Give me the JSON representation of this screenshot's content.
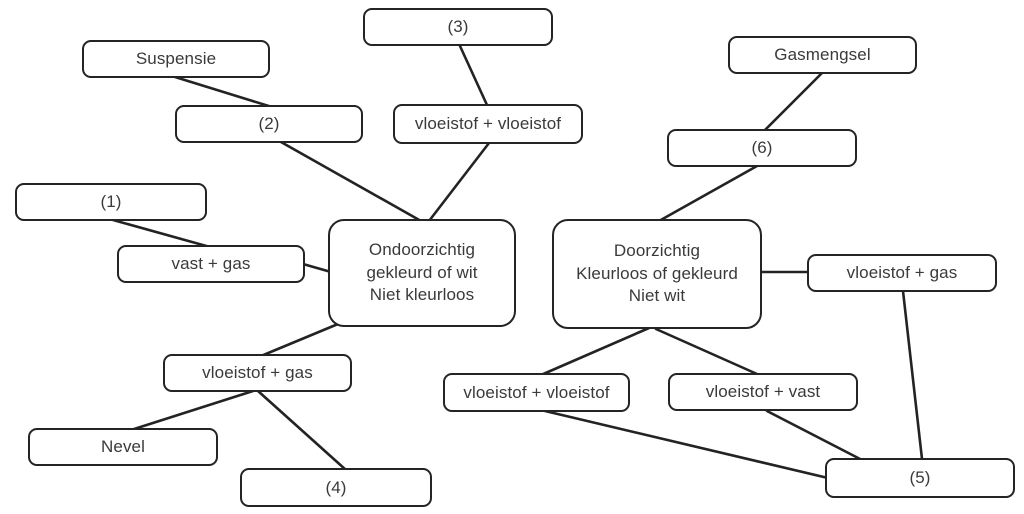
{
  "diagram": {
    "title": "mengsels concept map",
    "colors": {
      "background": "#ffffff",
      "stroke": "#232323",
      "text": "#3a3a3a",
      "node_fill": "#ffffff"
    },
    "nodes": {
      "box3": {
        "label": "(3)"
      },
      "suspensie": {
        "label": "Suspensie"
      },
      "gasmengsel": {
        "label": "Gasmengsel"
      },
      "box2": {
        "label": "(2)"
      },
      "vloeistof_vloeistof_top": {
        "label": "vloeistof + vloeistof"
      },
      "box6": {
        "label": "(6)"
      },
      "box1": {
        "label": "(1)"
      },
      "vast_gas": {
        "label": "vast + gas"
      },
      "ondoorzichtig": {
        "line1": "Ondoorzichtig",
        "line2": "gekleurd of wit",
        "line3": "Niet kleurloos"
      },
      "doorzichtig": {
        "line1": "Doorzichtig",
        "line2": "Kleurloos of gekleurd",
        "line3": "Niet wit"
      },
      "vloeistof_gas_right": {
        "label": "vloeistof + gas"
      },
      "vloeistof_gas_bottom": {
        "label": "vloeistof + gas"
      },
      "vloeistof_vloeistof_bottom": {
        "label": "vloeistof + vloeistof"
      },
      "vloeistof_vast": {
        "label": "vloeistof + vast"
      },
      "nevel": {
        "label": "Nevel"
      },
      "box4": {
        "label": "(4)"
      },
      "box5": {
        "label": "(5)"
      }
    },
    "edges": [
      {
        "from": "suspensie",
        "to": "box2"
      },
      {
        "from": "box3",
        "to": "vloeistof_vloeistof_top"
      },
      {
        "from": "box2",
        "to": "ondoorzichtig"
      },
      {
        "from": "vloeistof_vloeistof_top",
        "to": "ondoorzichtig"
      },
      {
        "from": "box1",
        "to": "vast_gas"
      },
      {
        "from": "vast_gas",
        "to": "ondoorzichtig"
      },
      {
        "from": "ondoorzichtig",
        "to": "vloeistof_gas_bottom"
      },
      {
        "from": "vloeistof_gas_bottom",
        "to": "nevel"
      },
      {
        "from": "vloeistof_gas_bottom",
        "to": "box4"
      },
      {
        "from": "gasmengsel",
        "to": "box6"
      },
      {
        "from": "box6",
        "to": "doorzichtig"
      },
      {
        "from": "doorzichtig",
        "to": "vloeistof_gas_right"
      },
      {
        "from": "doorzichtig",
        "to": "vloeistof_vloeistof_bottom"
      },
      {
        "from": "doorzichtig",
        "to": "vloeistof_vast"
      },
      {
        "from": "vloeistof_vloeistof_bottom",
        "to": "box5"
      },
      {
        "from": "vloeistof_vast",
        "to": "box5"
      },
      {
        "from": "vloeistof_gas_right",
        "to": "box5"
      }
    ]
  }
}
